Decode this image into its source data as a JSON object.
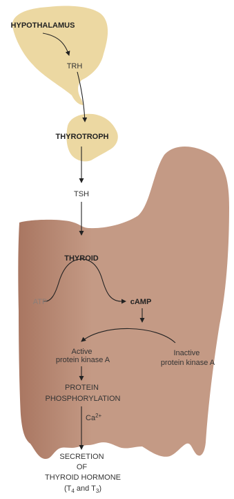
{
  "colors": {
    "hypothalamus_fill": "#ecd8a2",
    "thyroid_fill": "#c49a85",
    "edge_shadow": "#b88670",
    "text": "#333333",
    "muted_text": "#8c7e78"
  },
  "labels": {
    "hypothalamus": "HYPOTHALAMUS",
    "trh": "TRH",
    "thyrotroph": "THYROTROPH",
    "tsh": "TSH",
    "thyroid": "THYROID",
    "atp": "ATP",
    "camp": "cAMP",
    "active_pka_line1": "Active",
    "active_pka_line2": "protein kinase A",
    "inactive_pka_line1": "Inactive",
    "inactive_pka_line2": "protein kinase A",
    "protein_line1": "PROTEIN",
    "protein_line2": "PHOSPHORYLATION",
    "calcium": "Ca",
    "calcium_charge": "2+",
    "secretion_line1": "SECRETION",
    "secretion_line2": "OF",
    "secretion_line3": "THYROID HORMONE",
    "t4_and_t3_open": "(T",
    "t4_sub": "4",
    "t4_and_t3_mid": " and T",
    "t3_sub": "3",
    "t4_and_t3_close": ")"
  }
}
